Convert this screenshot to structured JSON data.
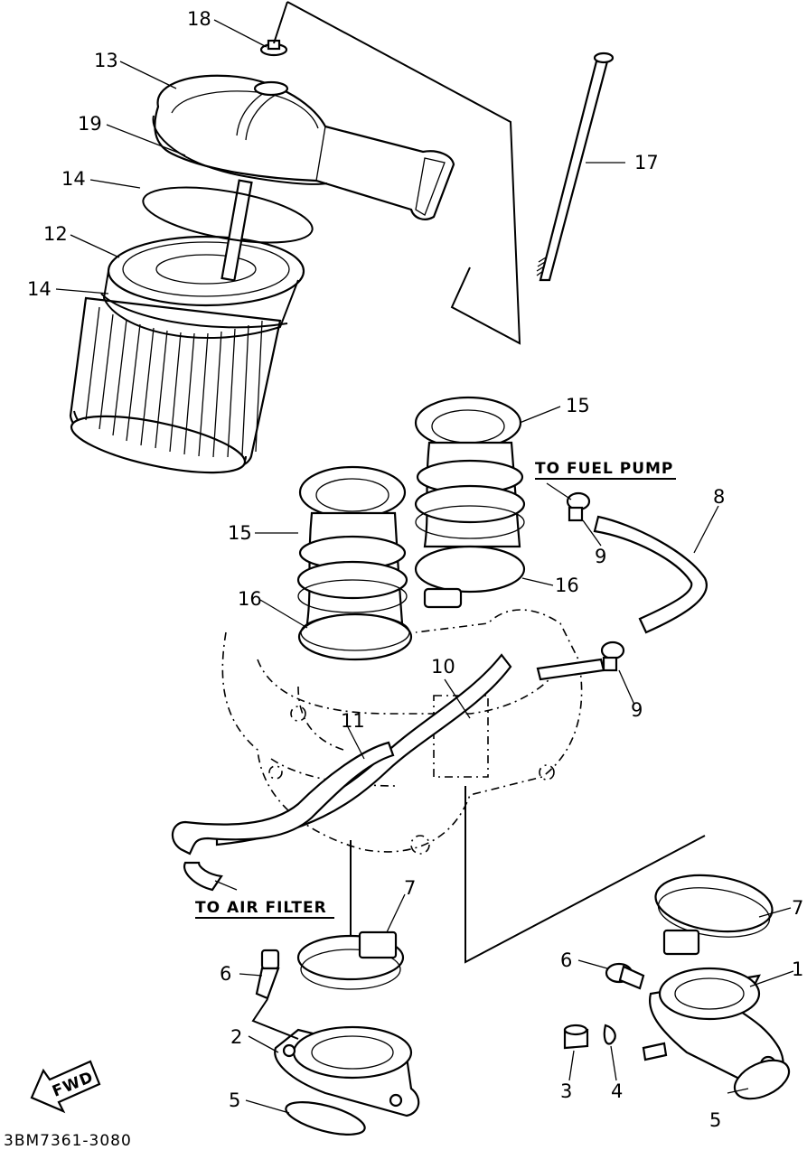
{
  "callouts": {
    "c1": "1",
    "c2": "2",
    "c3": "3",
    "c4": "4",
    "c5a": "5",
    "c5b": "5",
    "c6a": "6",
    "c6b": "6",
    "c7a": "7",
    "c7b": "7",
    "c8": "8",
    "c9a": "9",
    "c9b": "9",
    "c10": "10",
    "c11": "11",
    "c12": "12",
    "c13": "13",
    "c14a": "14",
    "c14b": "14",
    "c15a": "15",
    "c15b": "15",
    "c16a": "16",
    "c16b": "16",
    "c17": "17",
    "c18": "18",
    "c19": "19"
  },
  "notes": {
    "fuel_pump": "TO FUEL PUMP",
    "air_filter": "TO AIR FILTER",
    "fwd": "FWD"
  },
  "drawing_code": "3BM7361-3080"
}
